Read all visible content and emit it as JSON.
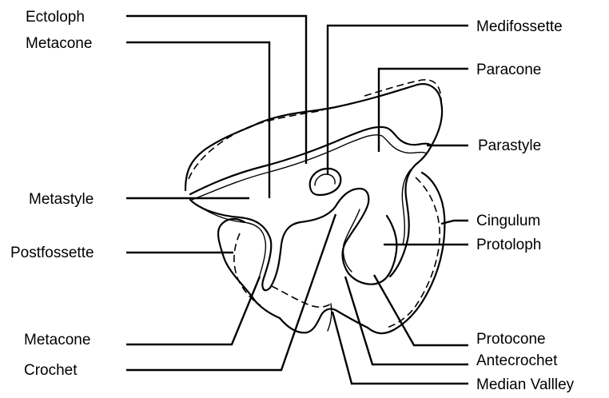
{
  "labels": {
    "ectoloph": "Ectoloph",
    "metacone_top": "Metacone",
    "metastyle": "Metastyle",
    "postfossette": "Postfossette",
    "metacone_bottom": "Metacone",
    "crochet": "Crochet",
    "medifossette": "Medifossette",
    "paracone": "Paracone",
    "parastyle": "Parastyle",
    "cingulum": "Cingulum",
    "protoloph": "Protoloph",
    "protocone": "Protocone",
    "antecrochet": "Antecrochet",
    "median_valley": "Median Vallley"
  }
}
